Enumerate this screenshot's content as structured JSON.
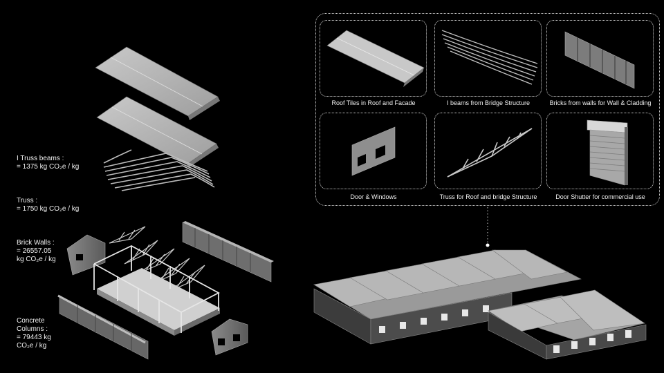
{
  "annotations": {
    "i_truss": {
      "title": "I Truss  beams :",
      "value": "= 1375 kg CO₂e / kg"
    },
    "truss": {
      "title": "Truss :",
      "value": "= 1750 kg CO₂e / kg"
    },
    "brick_walls": {
      "title": "Brick Walls :",
      "value1": "= 26557.05",
      "value2": "kg  CO₂e / kg"
    },
    "concrete": {
      "title1": "Concrete",
      "title2": "Columns :",
      "value1": "= 79443 kg",
      "value2": "CO₂e / kg"
    }
  },
  "legend": {
    "items": [
      {
        "caption": "Roof Tiles in Roof and Facade"
      },
      {
        "caption": "I beams from Bridge Structure"
      },
      {
        "caption": "Bricks from walls for Wall & Cladding"
      },
      {
        "caption": "Door & Windows"
      },
      {
        "caption": "Truss for Roof and bridge Structure"
      },
      {
        "caption": "Door Shutter for commercial use"
      }
    ]
  }
}
